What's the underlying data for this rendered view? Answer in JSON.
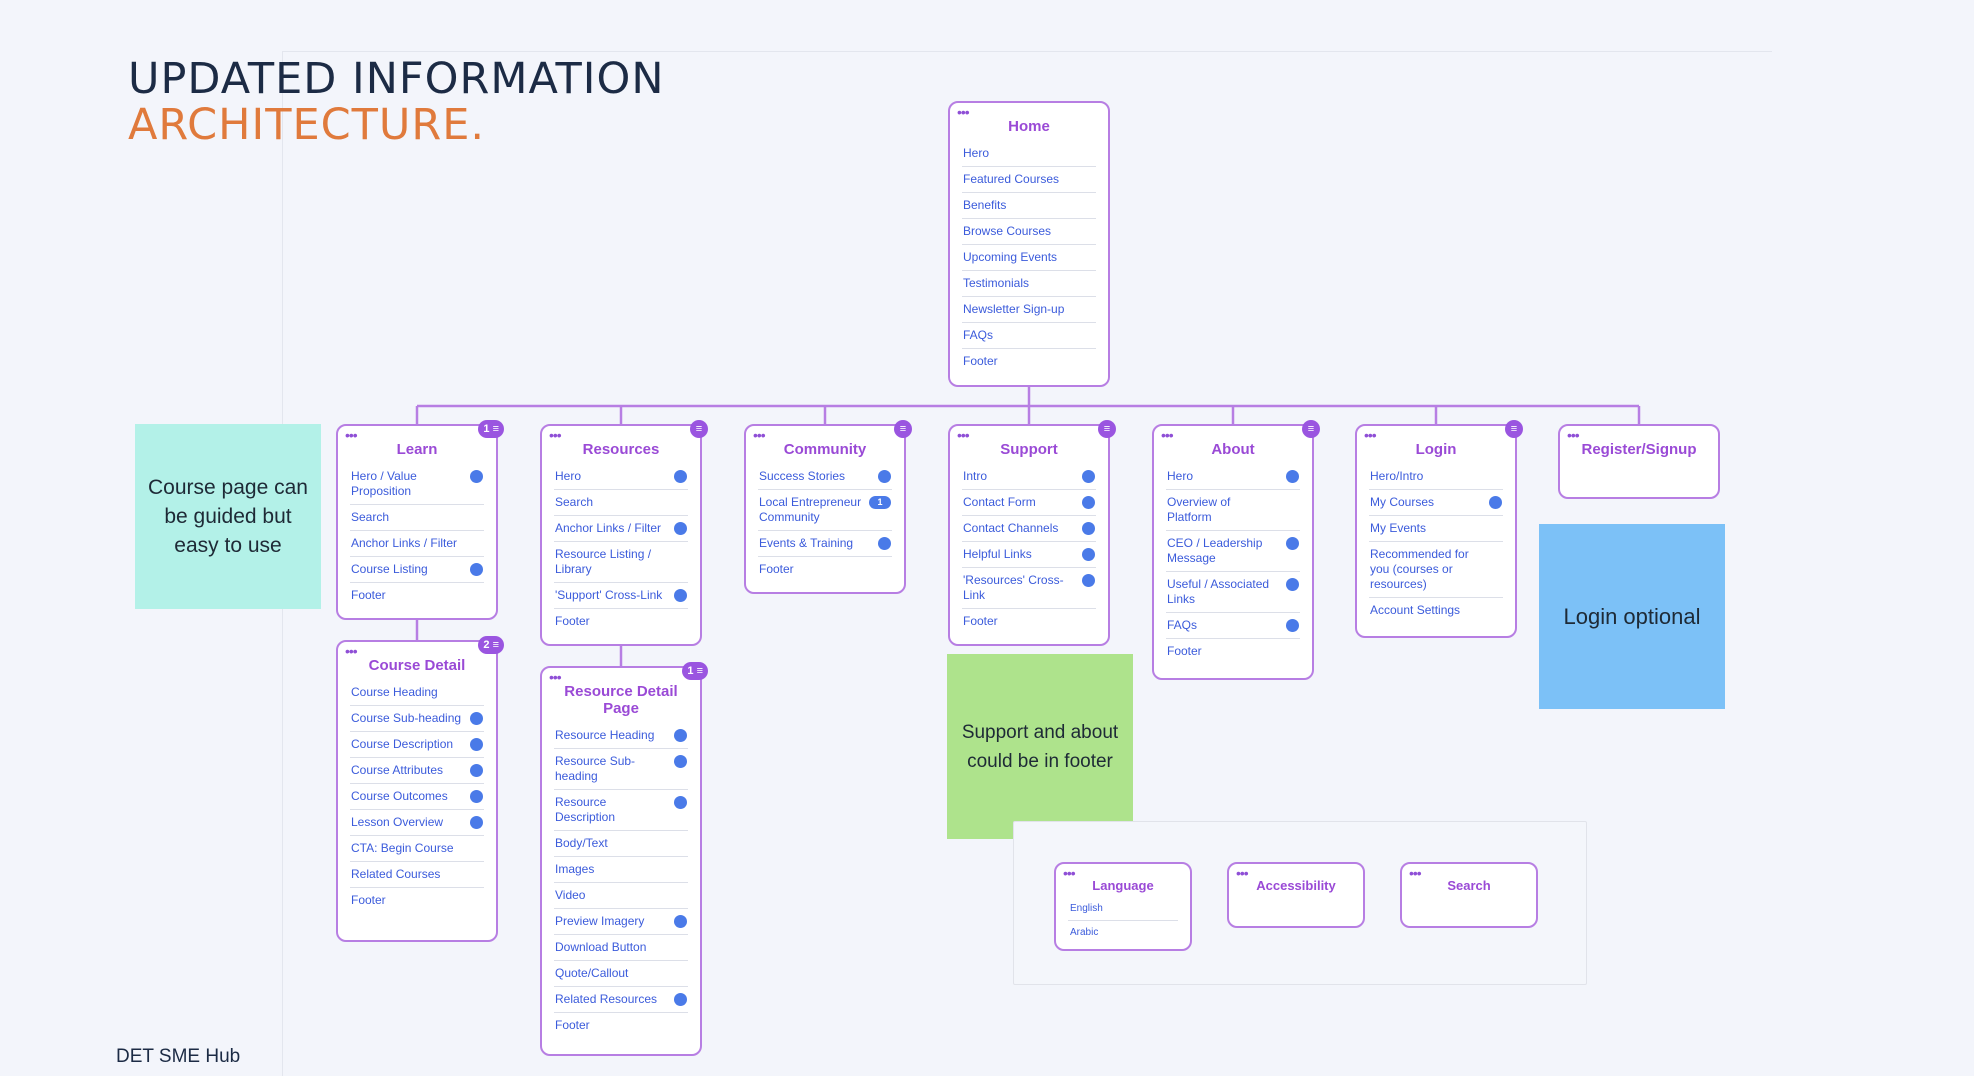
{
  "title": {
    "line1": "UPDATED INFORMATION",
    "line2": "ARCHITECTURE."
  },
  "footer_text": "DET SME Hub",
  "nodes": {
    "home": {
      "title": "Home",
      "items": [
        "Hero",
        "Featured Courses",
        "Benefits",
        "Browse Courses",
        "Upcoming Events",
        "Testimonials",
        "Newsletter Sign-up",
        "FAQs",
        "Footer"
      ]
    },
    "learn": {
      "title": "Learn",
      "badge": "1",
      "items": [
        "Hero / Value Proposition",
        "Search",
        "Anchor Links / Filter",
        "Course Listing",
        "Footer"
      ]
    },
    "resources": {
      "title": "Resources",
      "items": [
        "Hero",
        "Search",
        "Anchor Links / Filter",
        "Resource Listing / Library",
        "'Support' Cross-Link",
        "Footer"
      ]
    },
    "community": {
      "title": "Community",
      "items": [
        "Success Stories",
        "Local Entrepreneur Community",
        "Events & Training",
        "Footer"
      ],
      "pill_badge": "1"
    },
    "support": {
      "title": "Support",
      "items": [
        "Intro",
        "Contact Form",
        "Contact Channels",
        "Helpful Links",
        "'Resources' Cross-Link",
        "Footer"
      ]
    },
    "about": {
      "title": "About",
      "items": [
        "Hero",
        "Overview of Platform",
        "CEO / Leadership Message",
        "Useful / Associated Links",
        "FAQs",
        "Footer"
      ]
    },
    "login": {
      "title": "Login",
      "items": [
        "Hero/Intro",
        "My Courses",
        "My Events",
        "Recommended for you (courses or resources)",
        "Account Settings"
      ]
    },
    "register": {
      "title": "Register/Signup"
    },
    "course_detail": {
      "title": "Course Detail",
      "badge": "2",
      "items": [
        "Course Heading",
        "Course Sub-heading",
        "Course Description",
        "Course Attributes",
        "Course Outcomes",
        "Lesson Overview",
        "CTA: Begin Course",
        "Related Courses",
        "Footer"
      ]
    },
    "resource_detail": {
      "title": "Resource Detail Page",
      "badge": "1",
      "items": [
        "Resource Heading",
        "Resource Sub-heading",
        "Resource Description",
        "Body/Text",
        "Images",
        "Video",
        "Preview Imagery",
        "Download Button",
        "Quote/Callout",
        "Related Resources",
        "Footer"
      ]
    },
    "language": {
      "title": "Language",
      "items": [
        "English",
        "Arabic"
      ]
    },
    "accessibility": {
      "title": "Accessibility"
    },
    "search": {
      "title": "Search"
    }
  },
  "stickies": {
    "course": {
      "text": "Course page can be guided but easy to use",
      "color": "#b3f1e8"
    },
    "support": {
      "text": "Support and about could be in footer",
      "color": "#aee38c"
    },
    "login": {
      "text": "Login optional",
      "color": "#7cc1f7"
    }
  },
  "colors": {
    "node_border": "#b77ee3",
    "node_title": "#9a4ad6",
    "item_text": "#3b5bdb",
    "comment_icon": "#4a7ae8",
    "title_accent": "#e07a3c"
  }
}
